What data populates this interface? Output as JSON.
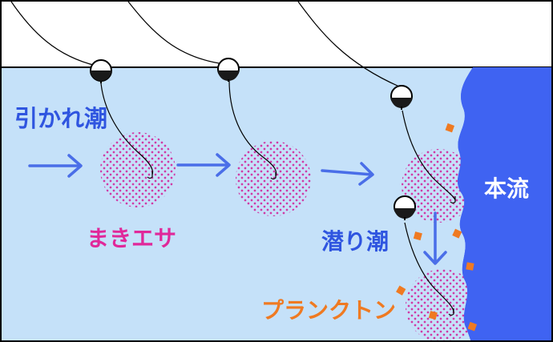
{
  "labels": {
    "drift_current": "引かれ潮",
    "chum": "まきエサ",
    "main_current": "本流",
    "dive_current": "潜り潮",
    "plankton": "プランクトン"
  },
  "colors": {
    "sky": "#ffffff",
    "water": "#c5e1f9",
    "main_current": "#3f63f2",
    "arrow": "#4a6ee8",
    "label_blue": "#2f55e0",
    "chum_dots": "#d03aa6",
    "chum_label": "#e0289a",
    "plankton": "#ef7a22",
    "line": "#000000"
  },
  "icons": {
    "float": "float-icon",
    "hook": "hook-icon",
    "arrow": "arrow-icon"
  }
}
